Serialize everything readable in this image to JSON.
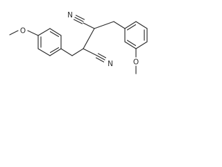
{
  "molecule": {
    "atoms": {
      "nitrile_top": {
        "symbol": "N",
        "charge": "",
        "text": "N"
      },
      "nitrile_bottom": {
        "symbol": "N",
        "charge": "",
        "text": "N"
      },
      "oxygen_left": {
        "symbol": "O",
        "charge": "",
        "text": "O"
      },
      "oxygen_right": {
        "symbol": "O",
        "charge": "",
        "text": "O"
      }
    },
    "labels": {
      "nitrile_top": "N",
      "nitrile_bottom": "N",
      "oxygen_left": "O",
      "oxygen_right": "O"
    }
  }
}
